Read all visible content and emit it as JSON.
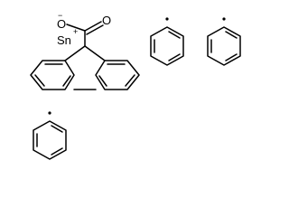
{
  "labels": {
    "oxygen_anion": "O",
    "anion_charge": "−",
    "carbonyl_oxygen": "O",
    "tin": "Sn",
    "tin_charge": "+"
  },
  "colors": {
    "bond": "#000000",
    "background": "#ffffff"
  }
}
